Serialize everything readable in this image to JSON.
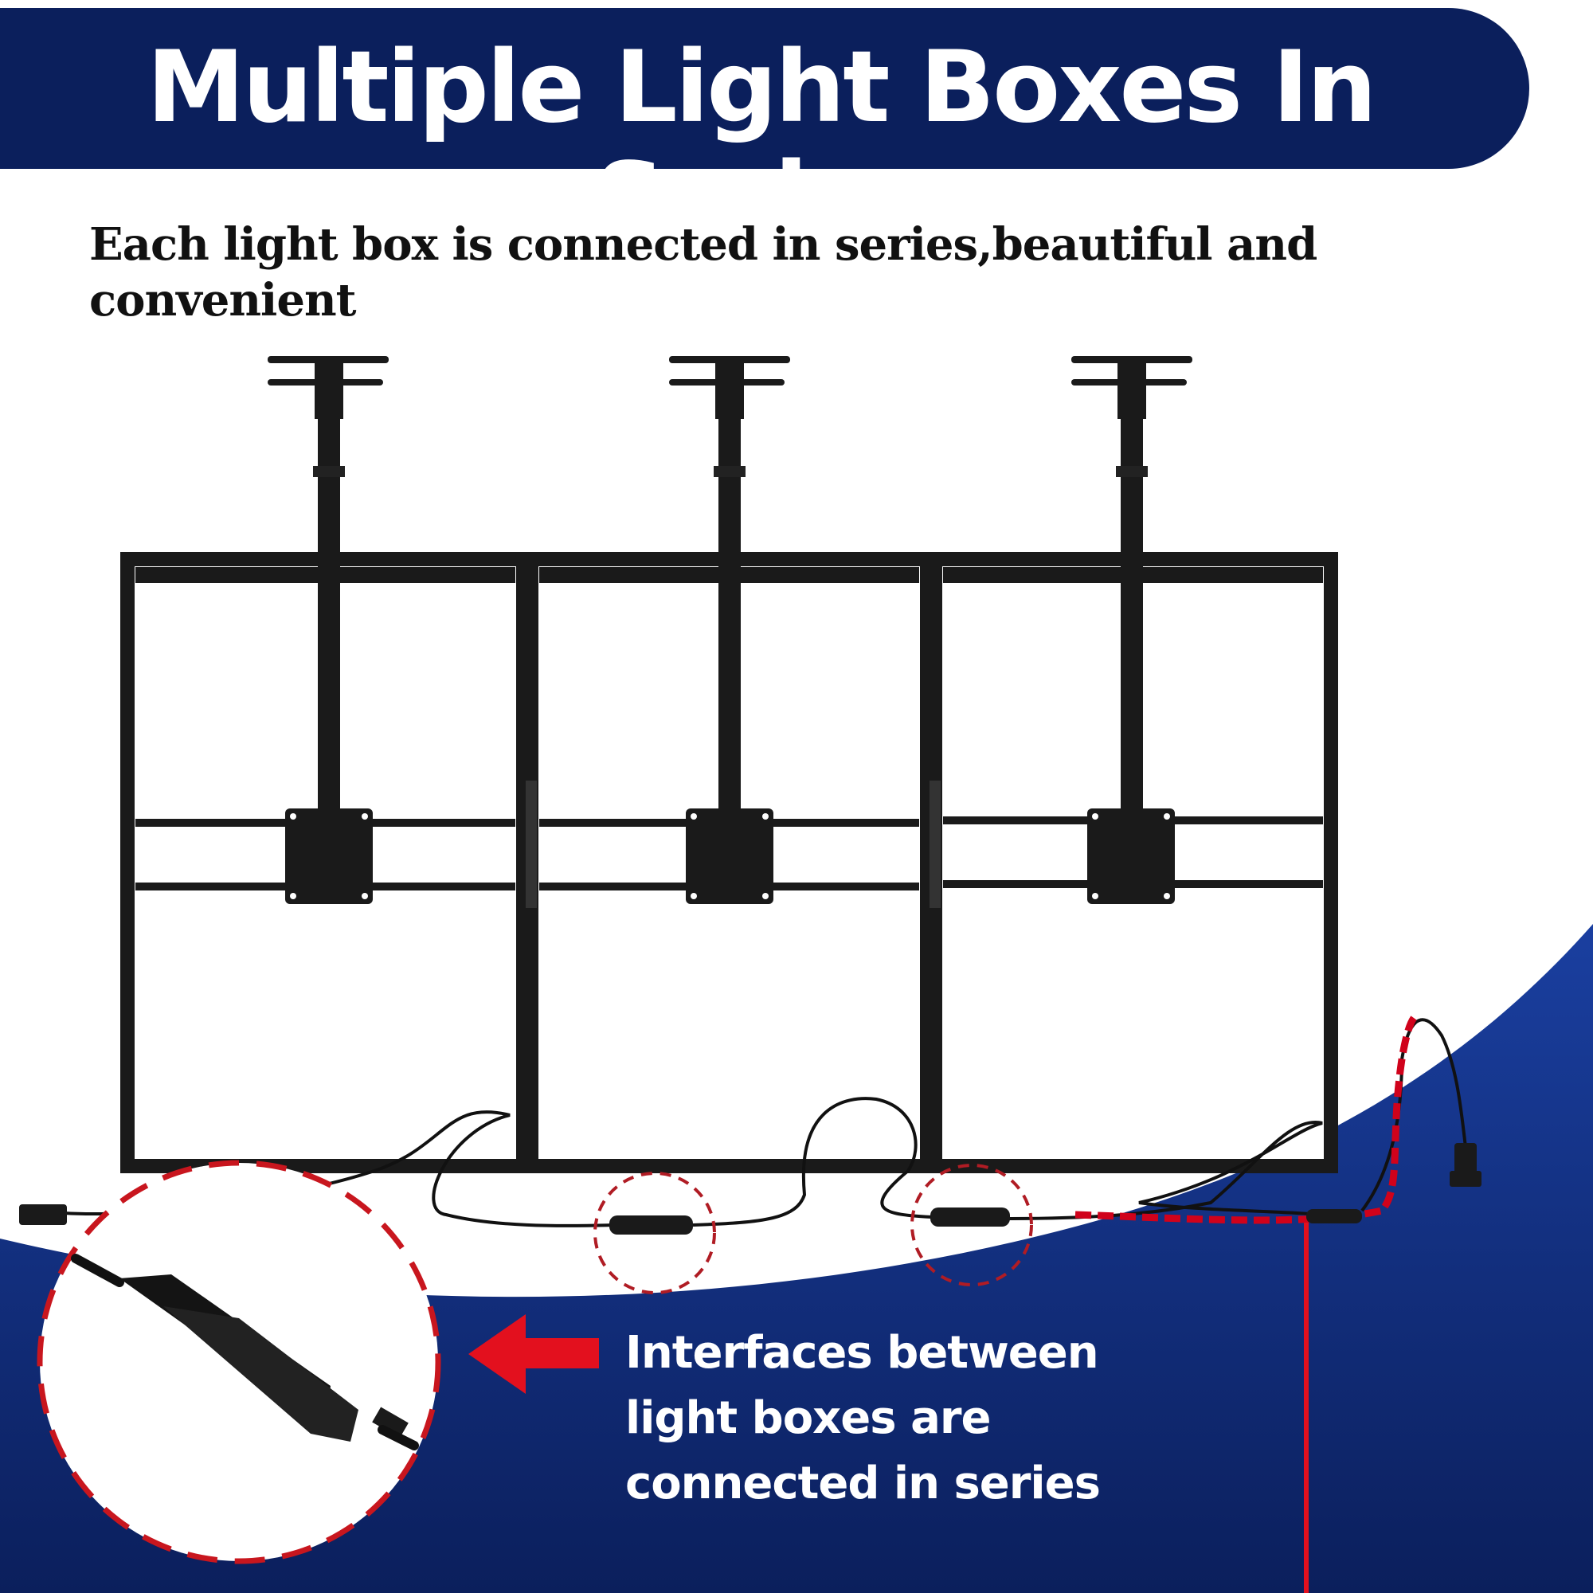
{
  "header": {
    "title": "Multiple Light Boxes In Series"
  },
  "subtitle": "Each light box is connected in series,beautiful and convenient",
  "callout": {
    "lines": [
      "Interfaces between",
      "light boxes are",
      "connected in series"
    ]
  },
  "colors": {
    "navy": "#0b1f5c",
    "wave_blue": "#0c2a80",
    "highlight_red": "#d0021b",
    "dashed_red": "#b01c24",
    "frame_black": "#1a1a1a",
    "panel_white": "#ffffff"
  },
  "icons": [
    "connector-icon",
    "arrow-left-icon",
    "plug-icon"
  ]
}
